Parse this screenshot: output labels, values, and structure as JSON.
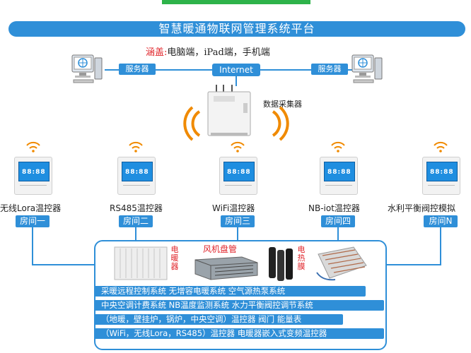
{
  "title": "智慧暖通物联网管理系统平台",
  "coverage": {
    "prefix": "涵盖:",
    "text": "电脑端，iPad端，手机端"
  },
  "network": {
    "internet": "Internet",
    "server_left": "服务器",
    "server_right": "服务器",
    "collector": "数据采集器"
  },
  "thermostats": [
    {
      "name": "无线Lora温控器",
      "room": "房间一"
    },
    {
      "name": "RS485温控器",
      "room": "房间二"
    },
    {
      "name": "WiFi温控器",
      "room": "房间三"
    },
    {
      "name": "NB-iot温控器",
      "room": "房间四"
    },
    {
      "name": "水利平衡阀控模拟",
      "room": "房间N"
    }
  ],
  "products": {
    "radiator": "电暖器",
    "fan_coil": "风机盘管",
    "heating_film": "电热膜"
  },
  "bars": [
    "采暖远程控制系统  无增容电暖系统  空气源热泵系统",
    "中央空调计费系统  NB温度监测系统  水力平衡阀控调节系统",
    "（地暖，壁挂炉，锅炉，中央空调）温控器  阀门  能量表",
    "（WiFi，无线Lora，RS485）温控器  电暖器嵌入式变频温控器"
  ],
  "colors": {
    "accent": "#2f8fd8",
    "red": "#e0242a",
    "green": "#2eb34a",
    "wifi_orange": "#f08a00"
  }
}
